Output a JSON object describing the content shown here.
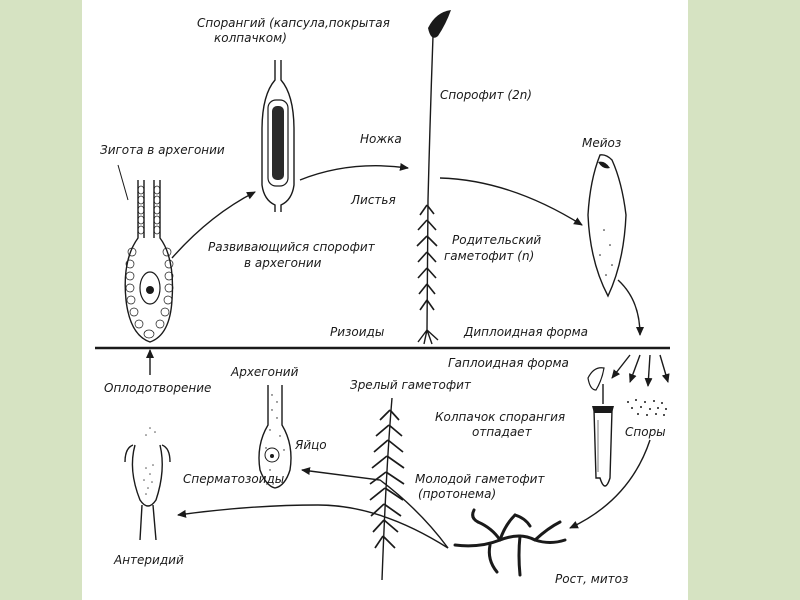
{
  "labels": {
    "sporangium_line1": "Спорангий (капсула,покрытая",
    "sporangium_line2": "колпачком)",
    "sporophyte": "Спорофит (2n)",
    "stalk": "Ножка",
    "meiosis": "Мейоз",
    "zygote": "Зигота в архегонии",
    "leaves": "Листья",
    "developing_line1": "Развивающийся спорофит",
    "developing_line2": "в архегонии",
    "parent_line1": "Родительский",
    "parent_line2": "гаметофит (n)",
    "rhizoids": "Ризоиды",
    "diploid": "Диплоидная форма",
    "haploid": "Гаплоидная форма",
    "fertilization": "Оплодотворение",
    "archegonium": "Архегоний",
    "mature": "Зрелый гаметофит",
    "cap_line1": "Колпачок спорангия",
    "cap_line2": "отпадает",
    "spores": "Споры",
    "egg": "Яйцо",
    "sperm": "Сперматозоиды",
    "young_line1": "Молодой гаметофит",
    "young_line2": "(протонема)",
    "antheridium": "Антеридий",
    "growth": "Рост, митоз"
  }
}
